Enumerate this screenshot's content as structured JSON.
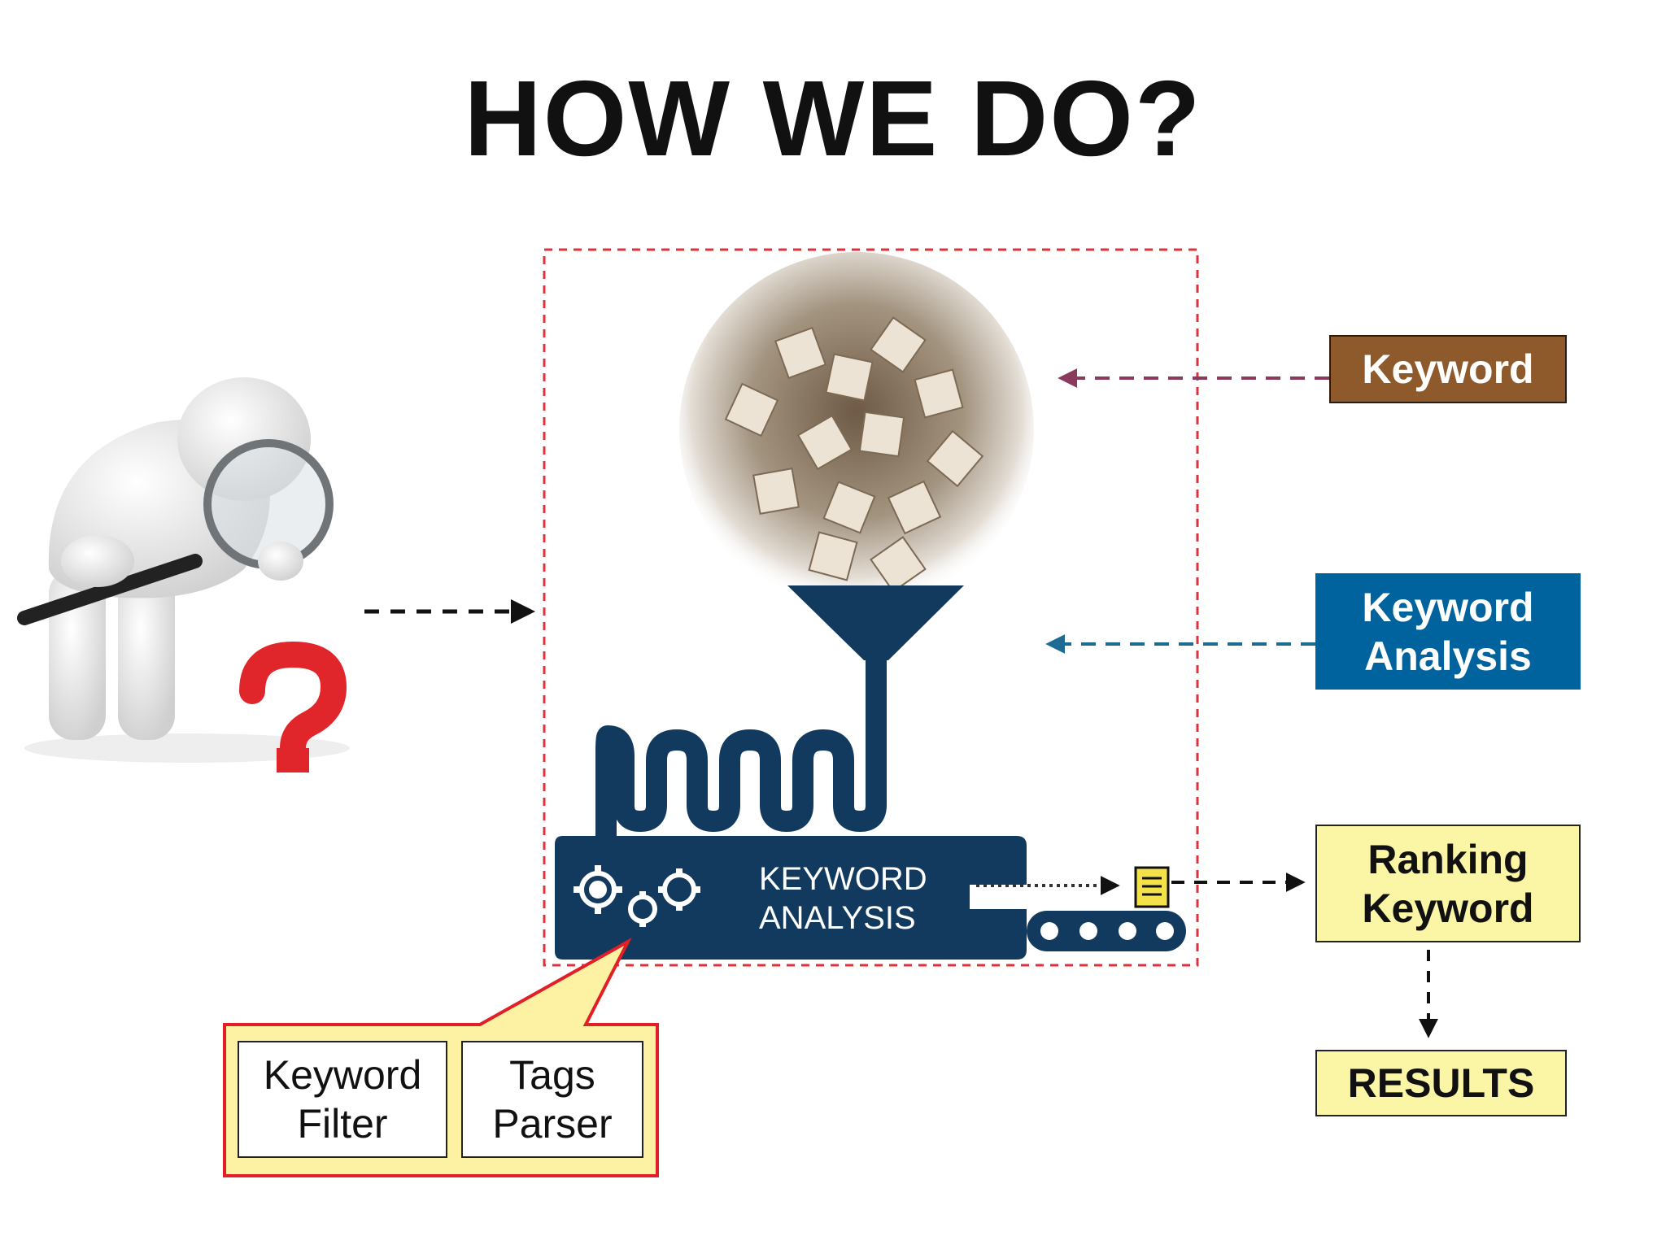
{
  "title": "HOW WE DO?",
  "machine": {
    "line1": "KEYWORD",
    "line2": "ANALYSIS"
  },
  "labels": {
    "keyword": "Keyword",
    "keyword_analysis": [
      "Keyword",
      "Analysis"
    ],
    "ranking_keyword": [
      "Ranking",
      "Keyword"
    ],
    "results": "RESULTS"
  },
  "callout": {
    "filter": [
      "Keyword",
      "Filter"
    ],
    "parser": [
      "Tags",
      "Parser"
    ]
  },
  "colors": {
    "keyword_box": "#8e5a2b",
    "analysis_box": "#00639d",
    "highlight_box": "#fbf6a6",
    "machine": "#123a5e",
    "dashed_frame": "#e0313a",
    "callout_border": "#e21e26",
    "callout_fill": "#fdf2a4",
    "question_mark": "#e0262b"
  },
  "icons": {
    "person": "person-with-magnifier-icon",
    "question": "question-mark-icon",
    "letters": "letter-tiles-sphere-icon",
    "funnel": "funnel-icon",
    "gears": "gears-icon",
    "document": "document-icon",
    "conveyor": "conveyor-belt-icon"
  }
}
